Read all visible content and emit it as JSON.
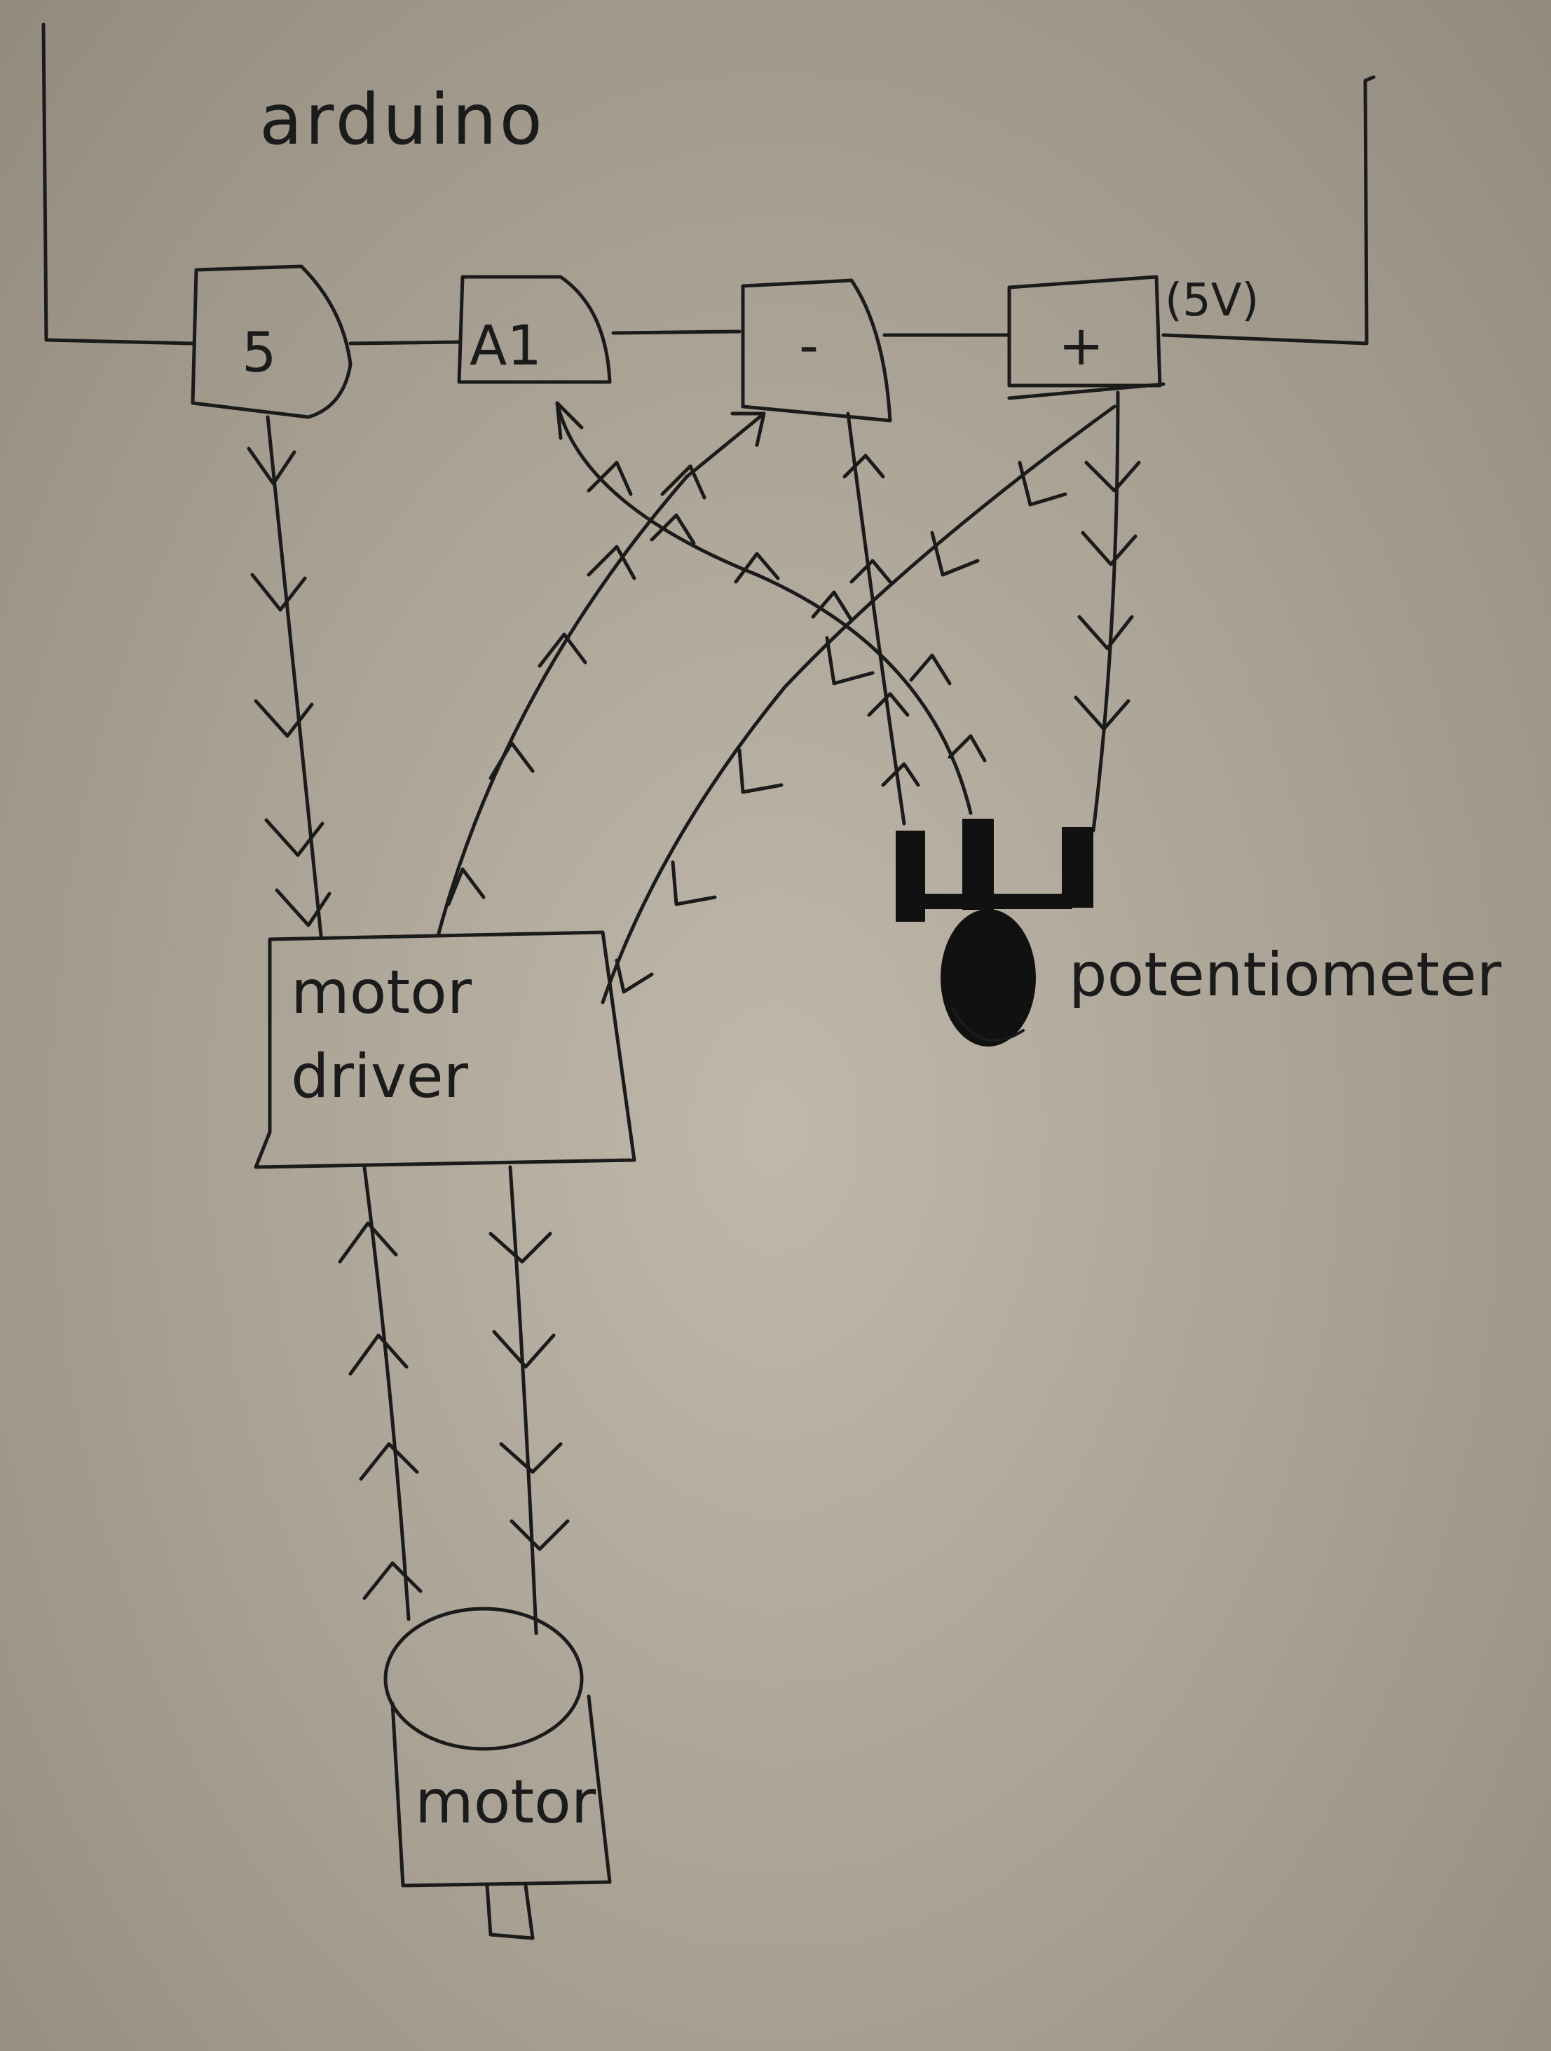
{
  "labels": {
    "board": "arduino",
    "driver_line1": "motor",
    "driver_line2": "driver",
    "pot": "potentiometer",
    "motor": "motor",
    "voltage": "(5V)"
  },
  "pins": {
    "p5": "5",
    "pa1": "A1",
    "pminus": "-",
    "pplus": "+"
  },
  "colors": {
    "ink": "#1b1b1b",
    "paper": "#b0a89a"
  }
}
